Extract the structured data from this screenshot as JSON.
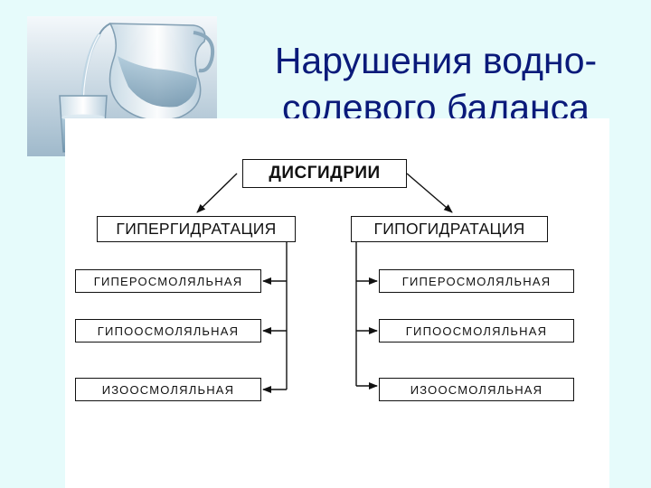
{
  "title": {
    "line1": "Нарушения водно-",
    "line2": "солевого баланса"
  },
  "diagram": {
    "root": "ДИСГИДРИИ",
    "branches": [
      {
        "label": "ГИПЕРГИДРАТАЦИЯ",
        "children": [
          "ГИПЕРОСМОЛЯЛЬНАЯ",
          "ГИПООСМОЛЯЛЬНАЯ",
          "ИЗООСМОЛЯЛЬНАЯ"
        ]
      },
      {
        "label": "ГИПОГИДРАТАЦИЯ",
        "children": [
          "ГИПЕРОСМОЛЯЛЬНАЯ",
          "ГИПООСМОЛЯЛЬНАЯ",
          "ИЗООСМОЛЯЛЬНАЯ"
        ]
      }
    ]
  },
  "colors": {
    "background": "#e6fbfb",
    "title": "#0a1a7a",
    "panel": "#ffffff",
    "line": "#111111"
  },
  "image": {
    "subject": "water-pouring-from-jug-into-glass"
  }
}
